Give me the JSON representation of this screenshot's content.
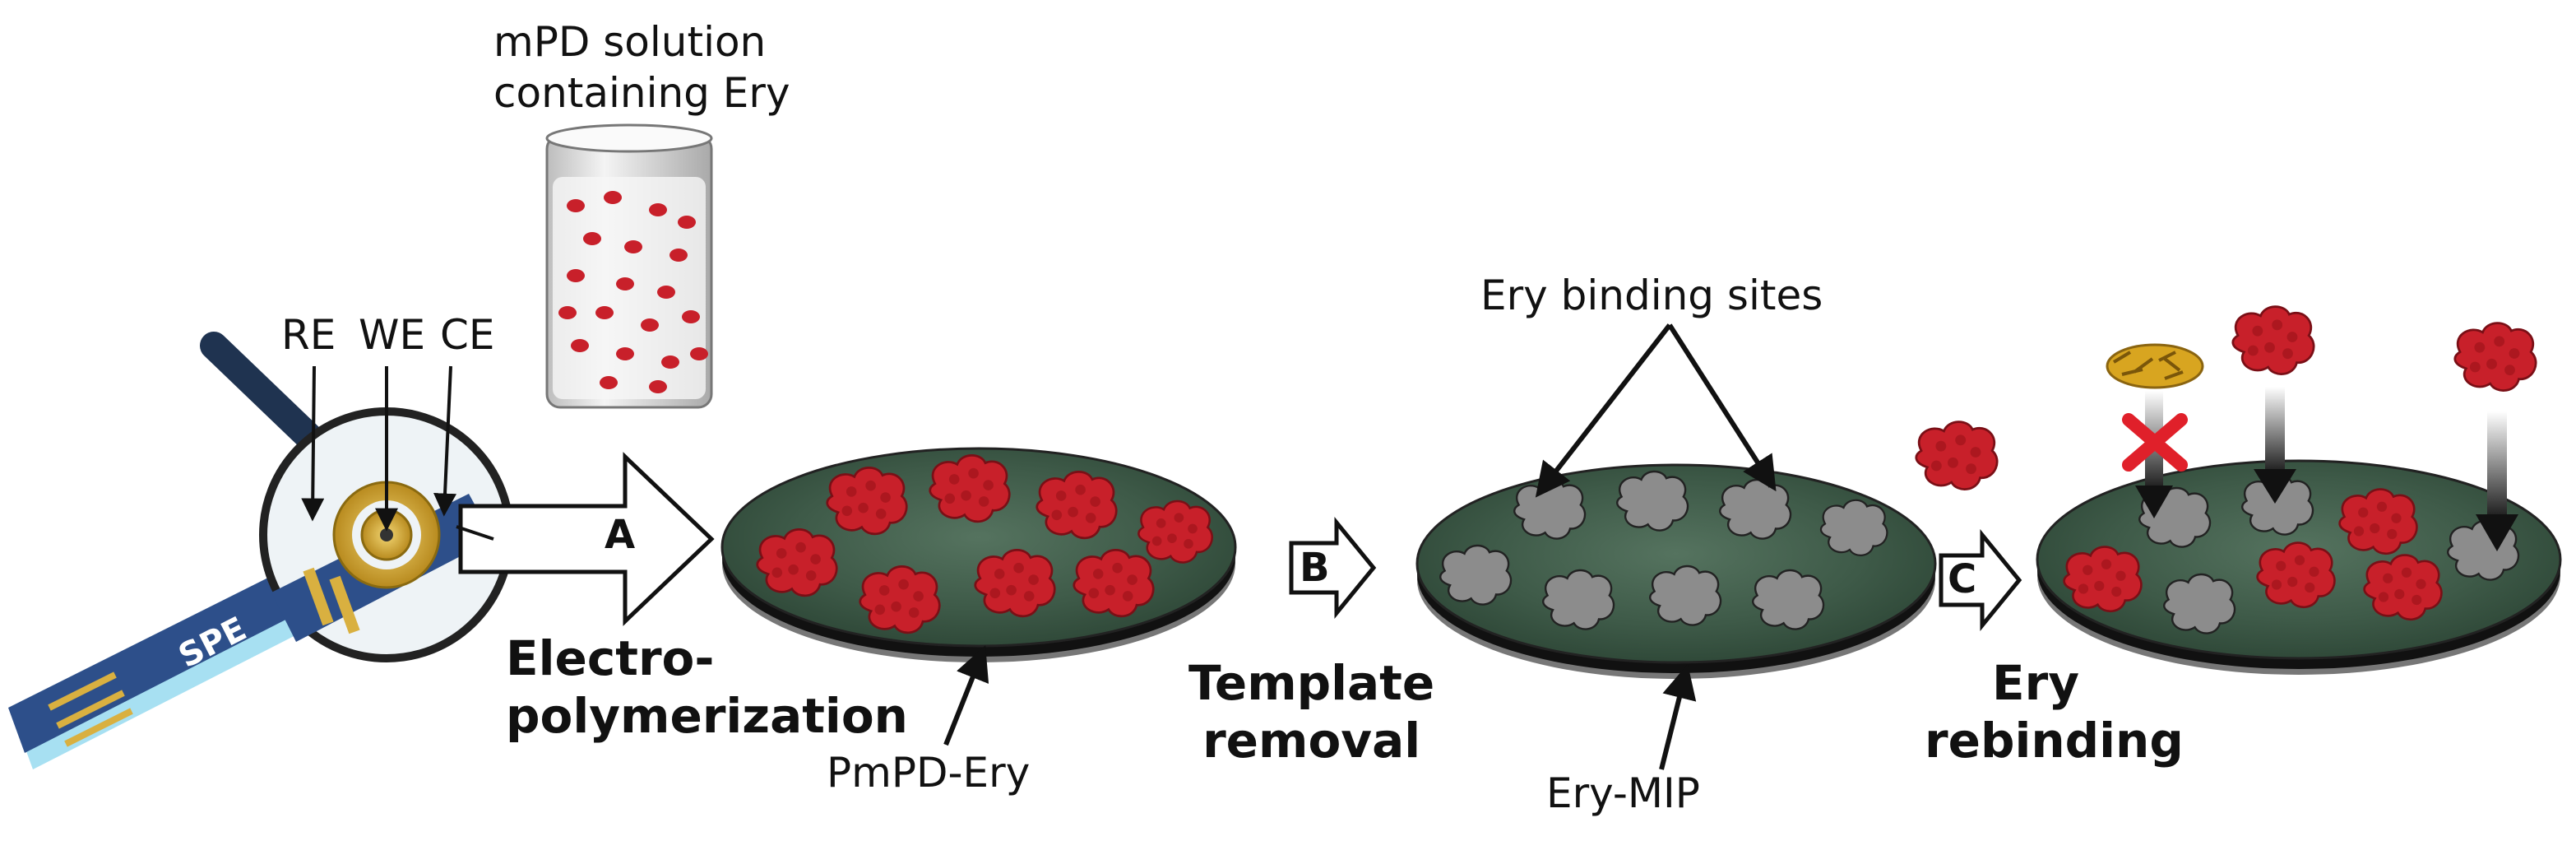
{
  "beaker": {
    "line1": "mPD solution",
    "line2": "containing Ery"
  },
  "electrodes": {
    "re": "RE",
    "we": "WE",
    "ce": "CE",
    "strip": "SPE"
  },
  "steps": {
    "a": {
      "letter": "A",
      "line1": "Electro-",
      "line2": "polymerization"
    },
    "b": {
      "letter": "B",
      "line1": "Template",
      "line2": "removal"
    },
    "c": {
      "letter": "C",
      "line1": "Ery",
      "line2": "rebinding"
    }
  },
  "discs": {
    "d1": "PmPD-Ery",
    "d2": "Ery-MIP",
    "sites": "Ery binding sites"
  },
  "colors": {
    "ery_red": "#c8202a",
    "cavity_gray": "#8c8c8c",
    "polymer_green": "#3e5a48",
    "electrode_gold": "#d9b040",
    "strip_blue": "#2d4f8a",
    "interferent_gold": "#d8a520",
    "reject_x": "#e0202a"
  }
}
